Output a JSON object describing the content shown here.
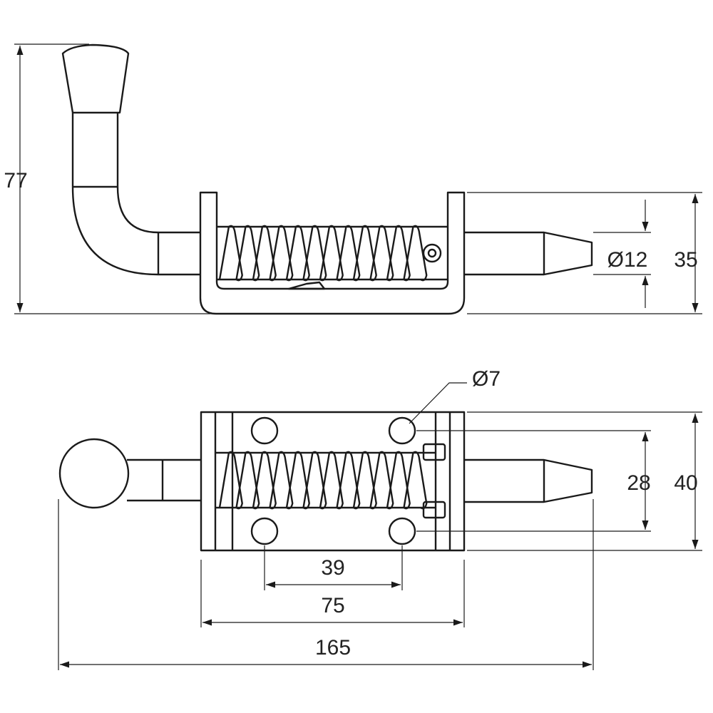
{
  "dimensions": {
    "height_total": "77",
    "pin_diameter": "Ø12",
    "side_height": "35",
    "hole_diameter": "Ø7",
    "hole_spacing_vertical": "28",
    "base_width": "40",
    "hole_spacing_horizontal": "39",
    "base_length": "75",
    "overall_length": "165"
  },
  "colors": {
    "line": "#1a1a1a",
    "background": "#ffffff"
  }
}
